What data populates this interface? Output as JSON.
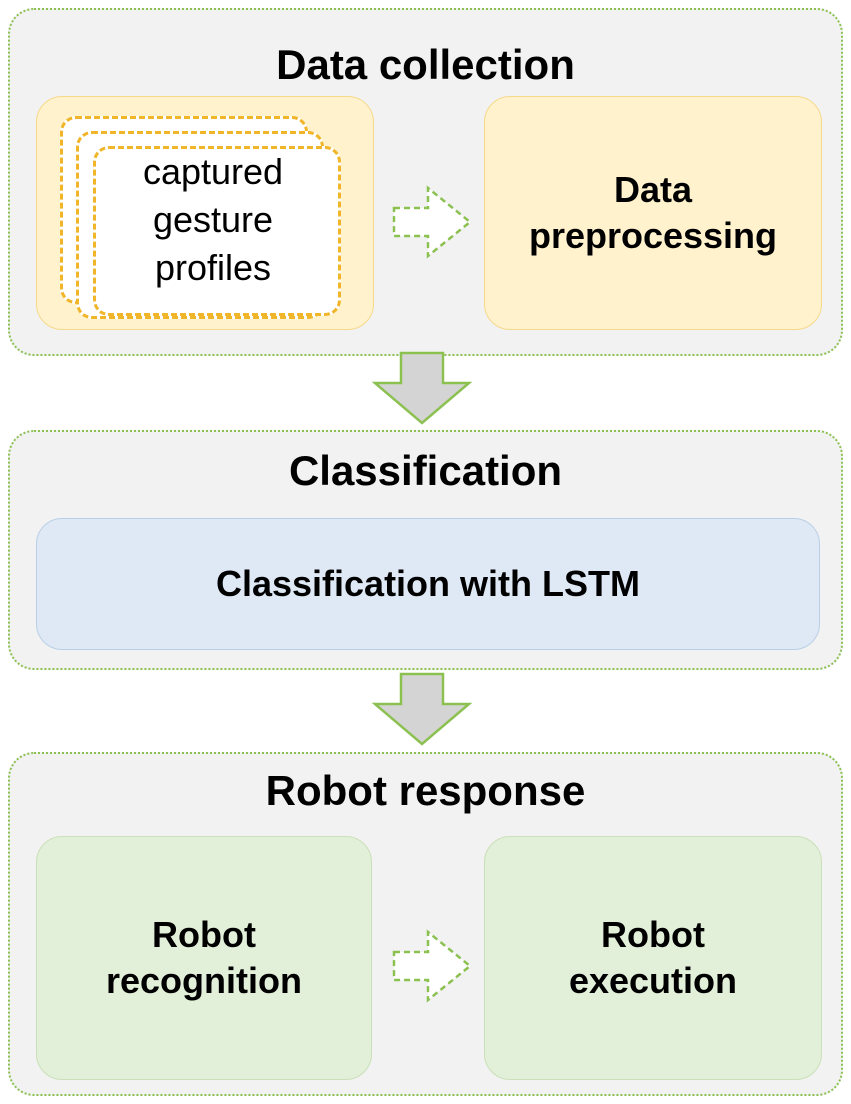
{
  "stages": [
    {
      "title": "Data collection",
      "left_card": "captured\ngesture\nprofiles",
      "right_box": "Data\npreprocessing"
    },
    {
      "title": "Classification",
      "box": "Classification with LSTM"
    },
    {
      "title": "Robot response",
      "left_box": "Robot\nrecognition",
      "right_box": "Robot\nexecution"
    }
  ],
  "colors": {
    "stage_border": "#8cc152",
    "stage_fill": "#f2f2f2",
    "yellow_fill": "#fff2cc",
    "card_border": "#f0b528",
    "blue_fill": "#dfe9f5",
    "green_fill": "#e2efd9",
    "down_arrow_fill": "#d4d4d4",
    "arrow_stroke": "#8cc152"
  }
}
